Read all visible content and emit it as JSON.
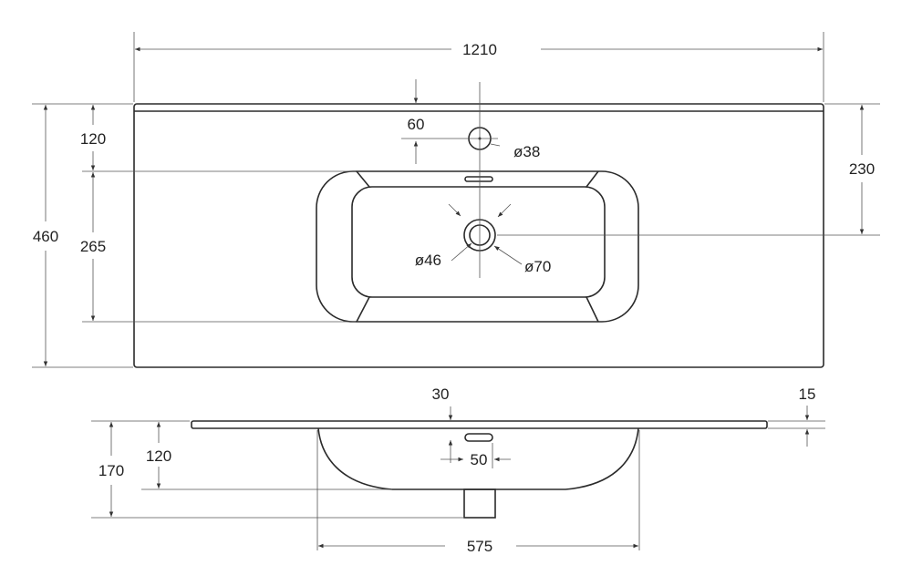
{
  "dimensions": {
    "overall_width": "1210",
    "top_hole_offset": "60",
    "top_edge_to_hole": "120",
    "tap_hole_diameter": "ø38",
    "back_to_drain": "230",
    "overall_depth": "460",
    "bowl_length": "265",
    "drain_inner_diameter": "ø46",
    "drain_outer_diameter": "ø70",
    "overflow_offset": "30",
    "slab_thickness": "15",
    "total_height": "170",
    "bowl_depth": "120",
    "overflow_width": "50",
    "bowl_width": "575"
  },
  "colors": {
    "line": "#2b2b2b",
    "text": "#222222"
  }
}
